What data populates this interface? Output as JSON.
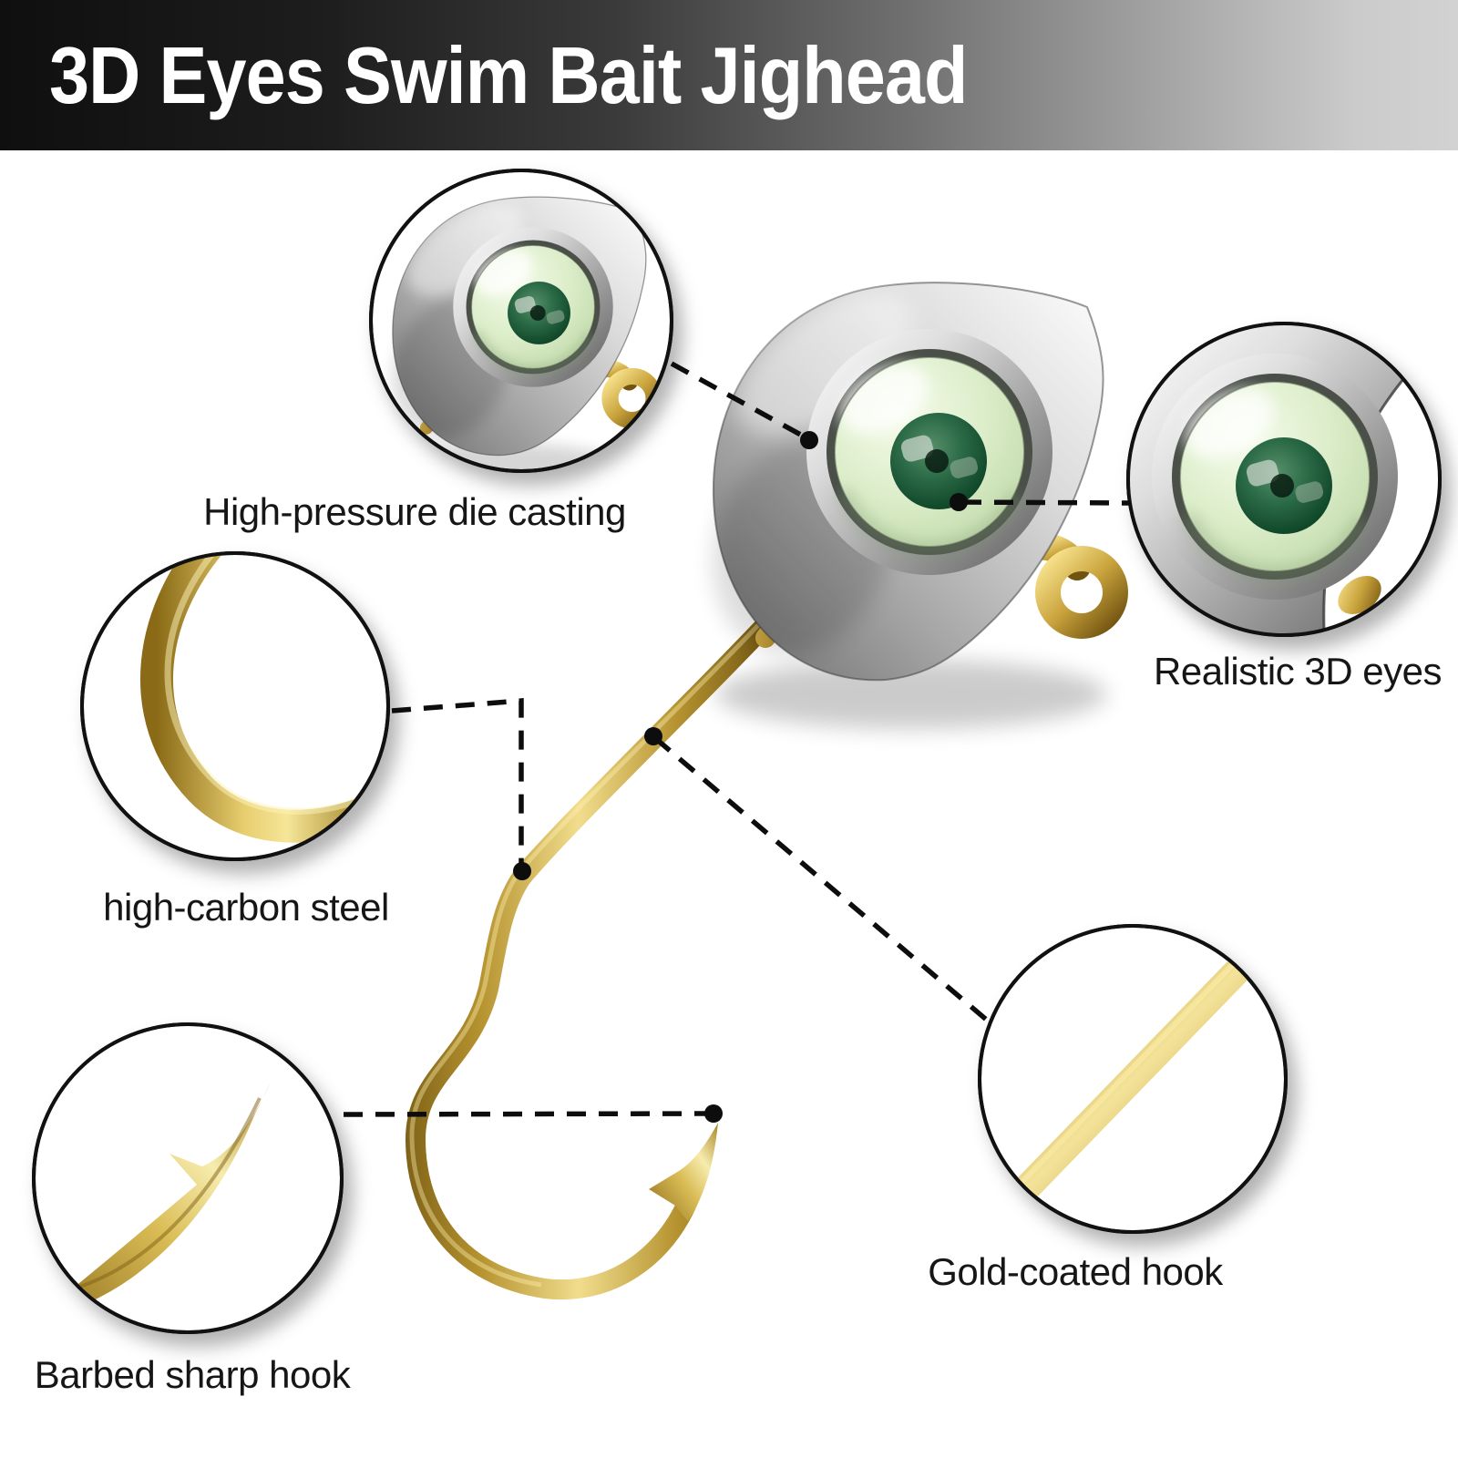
{
  "banner": {
    "title": "3D Eyes Swim Bait Jighead"
  },
  "callouts": [
    {
      "label": "High-pressure die casting"
    },
    {
      "label": "Realistic 3D eyes"
    },
    {
      "label": "high-carbon steel"
    },
    {
      "label": "Barbed sharp hook"
    },
    {
      "label": "Gold-coated hook"
    }
  ],
  "colors": {
    "background": "#ffffff",
    "banner_left": "#0f0f0f",
    "banner_right": "#d2d2d2",
    "title_text": "#ffffff",
    "label_text": "#161616",
    "gold": "#d6b24a",
    "silver": "#c9c9c9",
    "eye_sclera_green": "#dcefc9",
    "eye_pupil_green": "#1c5433",
    "connector": "#0d0d0d"
  }
}
